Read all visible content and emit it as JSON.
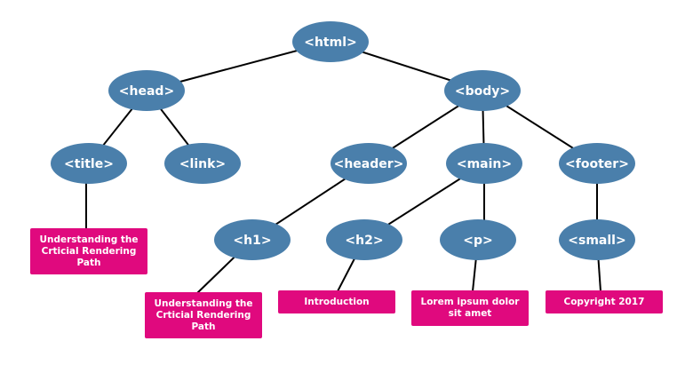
{
  "nodes": {
    "html": "<html>",
    "head": "<head>",
    "body": "<body>",
    "title": "<title>",
    "link": "<link>",
    "header": "<header>",
    "main": "<main>",
    "footer": "<footer>",
    "h1": "<h1>",
    "h2": "<h2>",
    "p": "<p>",
    "small": "<small>"
  },
  "leaves": {
    "title_text": "Understanding the Crticial Rendering Path",
    "h1_text": "Understanding the Crticial Rendering Path",
    "h2_text": "Introduction",
    "p_text": "Lorem ipsum dolor sit amet",
    "small_text": "Copyright 2017"
  },
  "colors": {
    "node": "#4a7fab",
    "leaf": "#e0097e",
    "edge": "#000000"
  }
}
